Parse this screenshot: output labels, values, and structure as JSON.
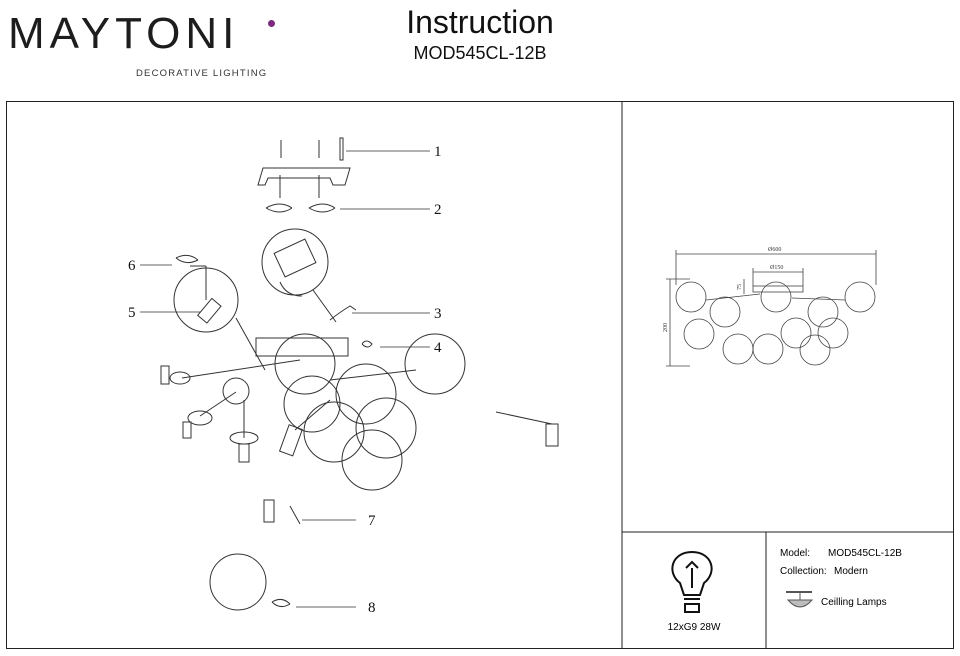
{
  "brand": {
    "name": "MAYTONI",
    "tagline": "DECORATIVE LIGHTING",
    "accent_color": "#7a2b80"
  },
  "header": {
    "title": "Instruction",
    "model_code": "MOD545CL-12B"
  },
  "assembly": {
    "step_numbers": [
      "1",
      "2",
      "3",
      "4",
      "5",
      "6",
      "7",
      "8"
    ]
  },
  "dimensions": {
    "width": "Ø600",
    "canopy": "Ø150",
    "height": "200",
    "offset": "75"
  },
  "bulb": {
    "icon": "light-bulb-icon",
    "spec": "12xG9 28W"
  },
  "specs": {
    "model_label": "Model:",
    "model_value": "MOD545CL-12B",
    "collection_label": "Collection:",
    "collection_value": "Modern",
    "type_icon": "ceiling-lamp-icon",
    "type_value": "Ceilling Lamps"
  }
}
